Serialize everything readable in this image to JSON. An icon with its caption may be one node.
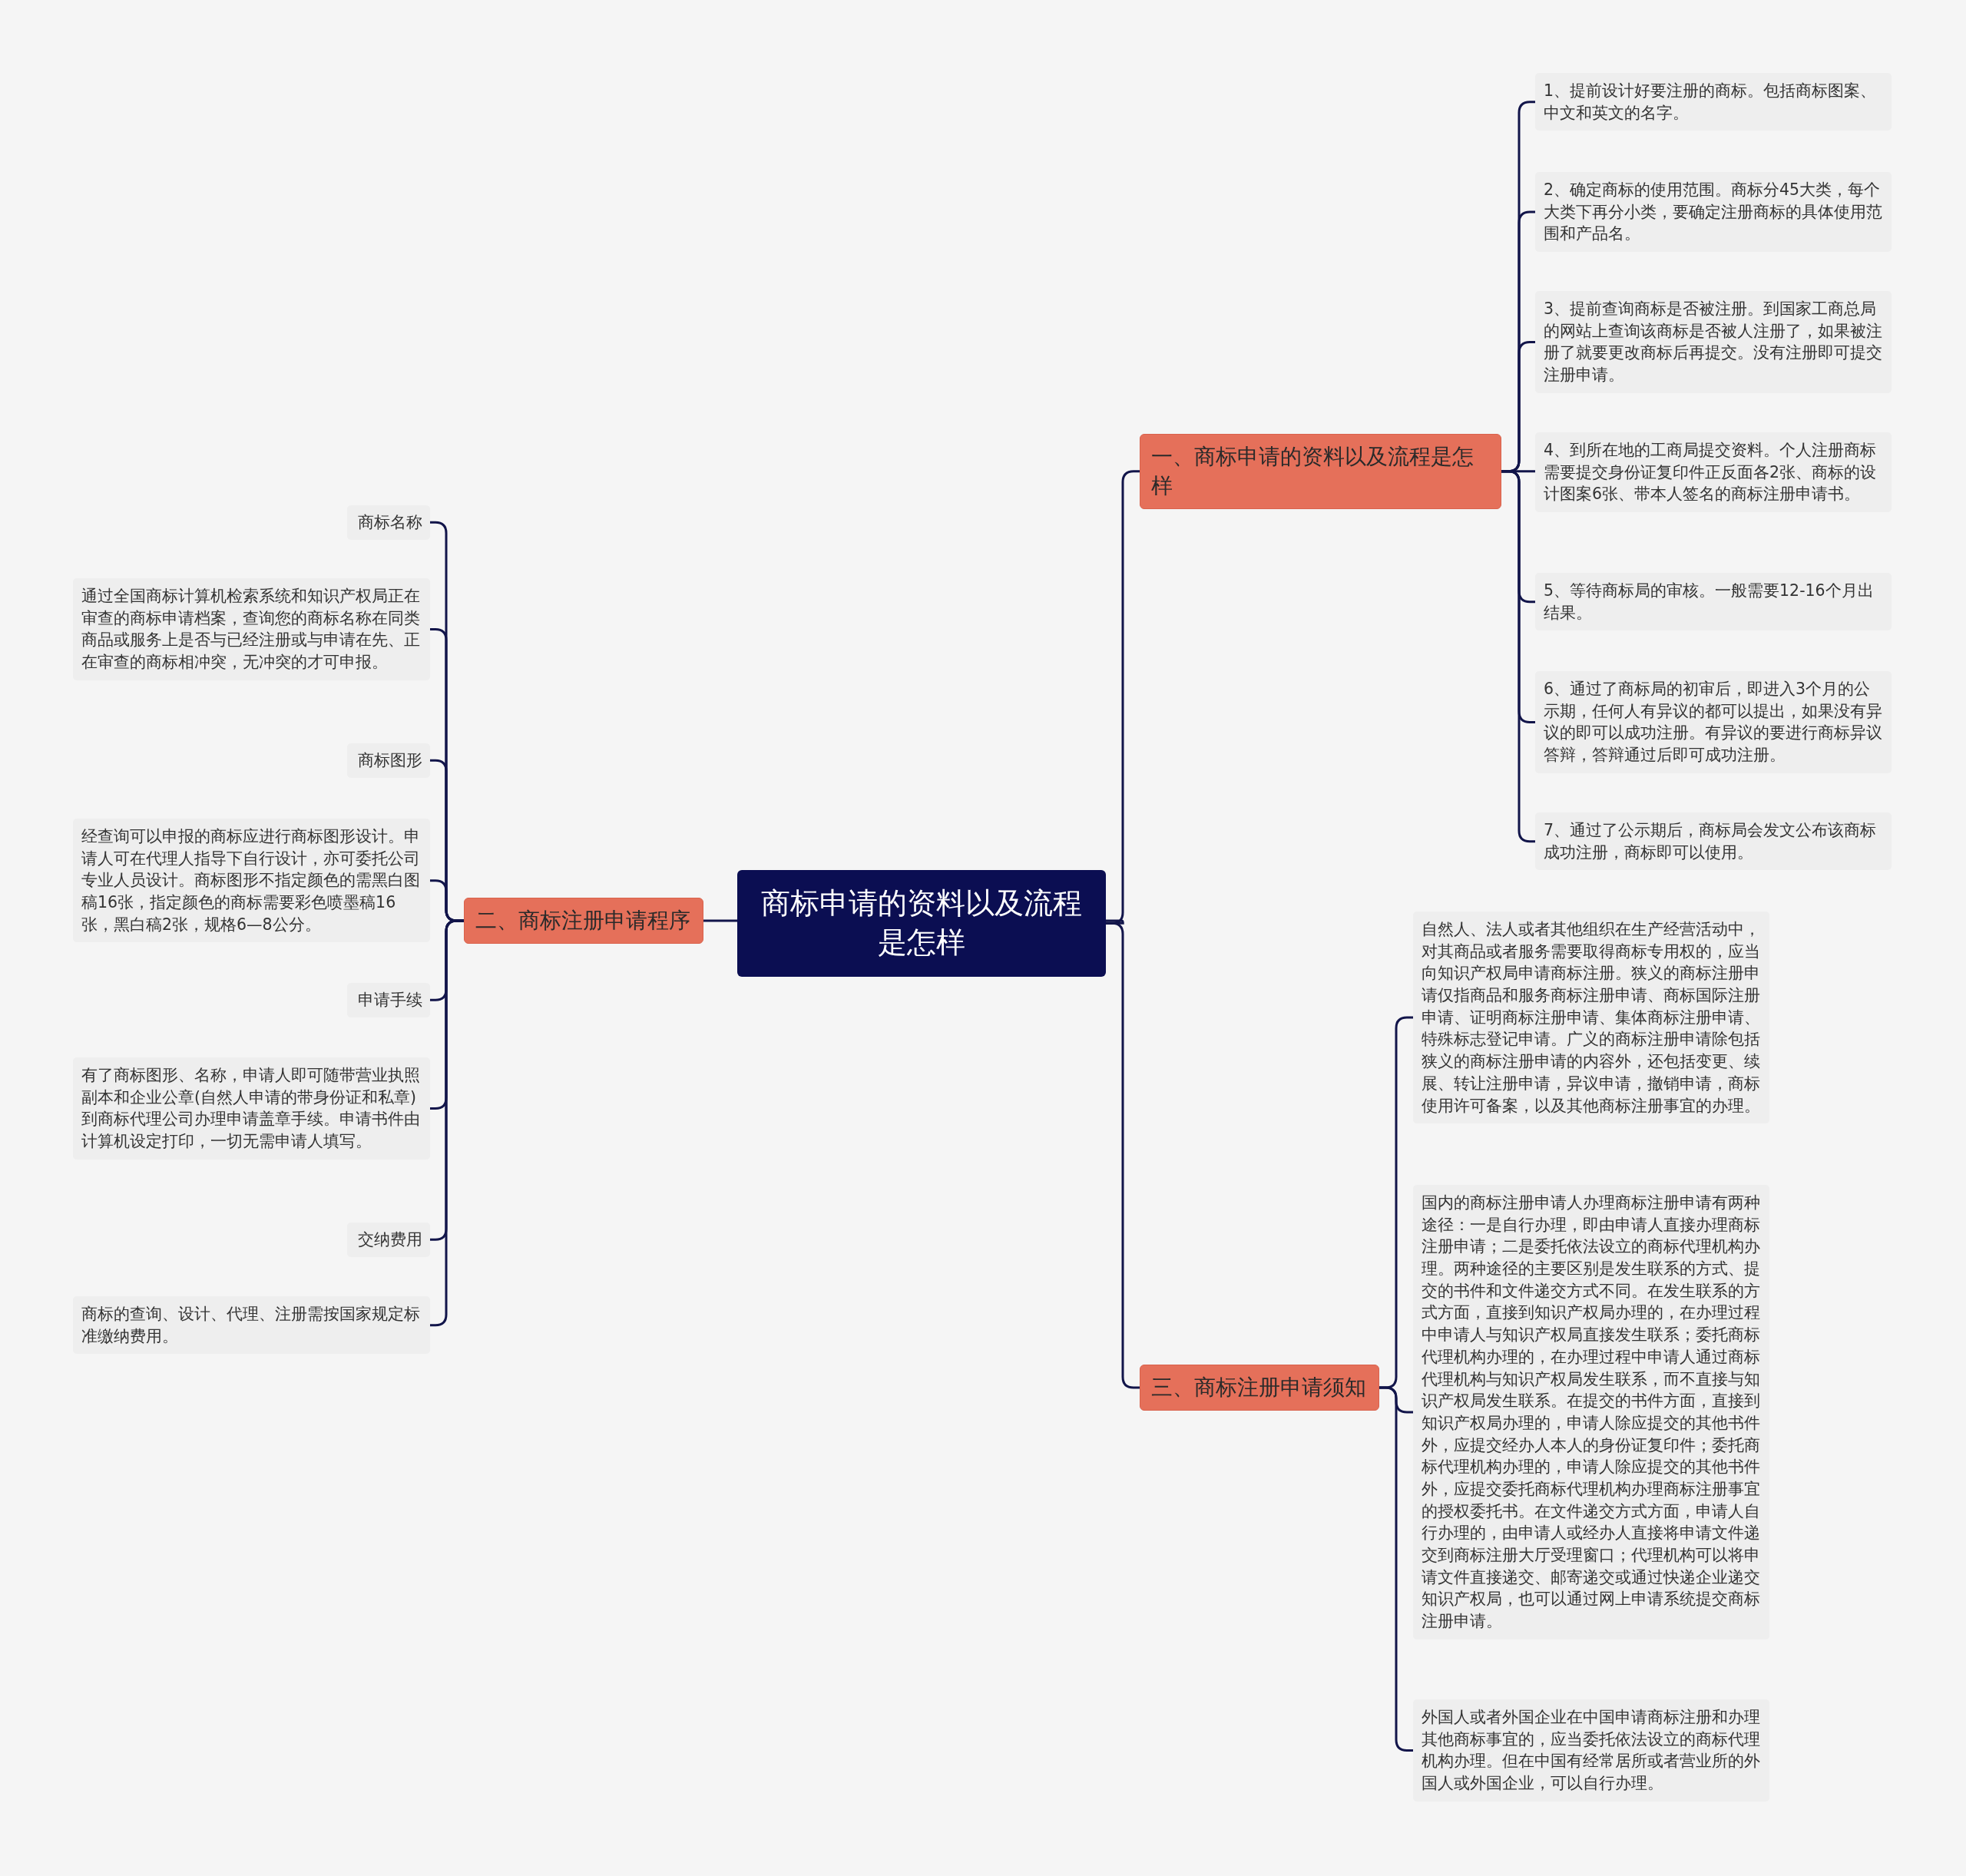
{
  "diagram": {
    "nodes": [
      {
        "text": [
          "商标申请的资料以及流程是怎样"
        ]
      },
      {
        "text": [
          "一、商标申请的资料以及流程是怎样"
        ]
      },
      {
        "text": [
          "1、提前设计好要注册的商标。包括商标图案、中文和英文的名字。"
        ]
      },
      {
        "text": [
          "2、确定商标的使用范围。商标分45大类，每个大类下再分小类，要确定注册商标的具体使用范围和产品名。"
        ]
      },
      {
        "text": [
          "3、提前查询商标是否被注册。到国家工商总局的网站上查询该商标是否被人注册了，如果被注册了就要更改商标后再提交。没有注册即可提交注册申请。"
        ]
      },
      {
        "text": [
          "4、到所在地的工商局提交资料。个人注册商标需要提交身份证复印件正反面各2张、商标的设计图案6张、带本人签名的商标注册申请书。"
        ]
      },
      {
        "text": [
          "5、等待商标局的审核。一般需要12-16个月出结果。"
        ]
      },
      {
        "text": [
          "6、通过了商标局的初审后，即进入3个月的公示期，任何人有异议的都可以提出，如果没有异议的即可以成功注册。有异议的要进行商标异议答辩，答辩通过后即可成功注册。"
        ]
      },
      {
        "text": [
          "7、通过了公示期后，商标局会发文公布该商标成功注册，商标即可以使用。"
        ]
      },
      {
        "text": [
          "二、商标注册申请程序"
        ]
      },
      {
        "text": [
          "商标名称"
        ]
      },
      {
        "text": [
          "通过全国商标计算机检索系统和知识产权局正在审查的商标申请档案，查询您的商标名称在同类商品或服务上是否与已经注册或与申请在先、正在审查的商标相冲突，无冲突的才可申报。"
        ]
      },
      {
        "text": [
          "商标图形"
        ]
      },
      {
        "text": [
          "经查询可以申报的商标应进行商标图形设计。申请人可在代理人指导下自行设计，亦可委托公司专业人员设计。商标图形不指定颜色的需黑白图稿16张，指定颜色的商标需要彩色喷墨稿16张，黑白稿2张，规格6—8公分。"
        ]
      },
      {
        "text": [
          "申请手续"
        ]
      },
      {
        "text": [
          "有了商标图形、名称，申请人即可随带营业执照副本和企业公章(自然人申请的带身份证和私章)到商标代理公司办理申请盖章手续。申请书件由计算机设定打印，一切无需申请人填写。"
        ]
      },
      {
        "text": [
          "交纳费用"
        ]
      },
      {
        "text": [
          "商标的查询、设计、代理、注册需按国家规定标准缴纳费用。"
        ]
      },
      {
        "text": [
          "三、商标注册申请须知"
        ]
      },
      {
        "text": [
          "自然人、法人或者其他组织在生产经营活动中，对其商品或者服务需要取得商标专用权的，应当向知识产权局申请商标注册。狭义的商标注册申请仅指商品和服务商标注册申请、商标国际注册申请、证明商标注册申请、集体商标注册申请、特殊标志登记申请。广义的商标注册申请除包括狭义的商标注册申请的内容外，还包括变更、续展、转让注册申请，异议申请，撤销申请，商标使用许可备案，以及其他商标注册事宜的办理。"
        ]
      },
      {
        "text": [
          "国内的商标注册申请人办理商标注册申请有两种途径：一是自行办理，即由申请人直接办理商标注册申请；二是委托依法设立的商标代理机构办理。两种途径的主要区别是发生联系的方式、提交的书件和文件递交方式不同。在发生联系的方式方面，直接到知识产权局办理的，在办理过程中申请人与知识产权局直接发生联系；委托商标代理机构办理的，在办理过程中申请人通过商标代理机构与知识产权局发生联系，而不直接与知识产权局发生联系。在提交的书件方面，直接到知识产权局办理的，申请人除应提交的其他书件外，应提交经办人本人的身份证复印件；委托商标代理机构办理的，申请人除应提交的其他书件外，应提交委托商标代理机构办理商标注册事宜的授权委托书。在文件递交方式方面，申请人自行办理的，由申请人或经办人直接将申请文件递交到商标注册大厅受理窗口；代理机构可以将申请文件直接递交、邮寄递交或通过快递企业递交知识产权局，也可以通过网上申请系统提交商标注册申请。"
        ]
      },
      {
        "text": [
          "外国人或者外国企业在中国申请商标注册和办理其他商标事宜的，应当委托依法设立的商标代理机构办理。但在中国有经常居所或者营业所的外国人或外国企业，可以自行办理。"
        ]
      }
    ],
    "edges": [
      {
        "from": 0,
        "to": 1,
        "arrow": "none"
      },
      {
        "from": 1,
        "to": 2,
        "arrow": "none"
      },
      {
        "from": 1,
        "to": 3,
        "arrow": "none"
      },
      {
        "from": 1,
        "to": 4,
        "arrow": "none"
      },
      {
        "from": 1,
        "to": 5,
        "arrow": "none"
      },
      {
        "from": 1,
        "to": 6,
        "arrow": "none"
      },
      {
        "from": 1,
        "to": 7,
        "arrow": "none"
      },
      {
        "from": 1,
        "to": 8,
        "arrow": "none"
      },
      {
        "from": 0,
        "to": 9,
        "arrow": "none"
      },
      {
        "from": 9,
        "to": 10,
        "arrow": "none"
      },
      {
        "from": 9,
        "to": 11,
        "arrow": "none"
      },
      {
        "from": 9,
        "to": 12,
        "arrow": "none"
      },
      {
        "from": 9,
        "to": 13,
        "arrow": "none"
      },
      {
        "from": 9,
        "to": 14,
        "arrow": "none"
      },
      {
        "from": 9,
        "to": 15,
        "arrow": "none"
      },
      {
        "from": 9,
        "to": 16,
        "arrow": "none"
      },
      {
        "from": 9,
        "to": 17,
        "arrow": "none"
      },
      {
        "from": 0,
        "to": 18,
        "arrow": "none"
      },
      {
        "from": 18,
        "to": 19,
        "arrow": "none"
      },
      {
        "from": 18,
        "to": 20,
        "arrow": "none"
      },
      {
        "from": 18,
        "to": 21,
        "arrow": "none"
      }
    ]
  }
}
